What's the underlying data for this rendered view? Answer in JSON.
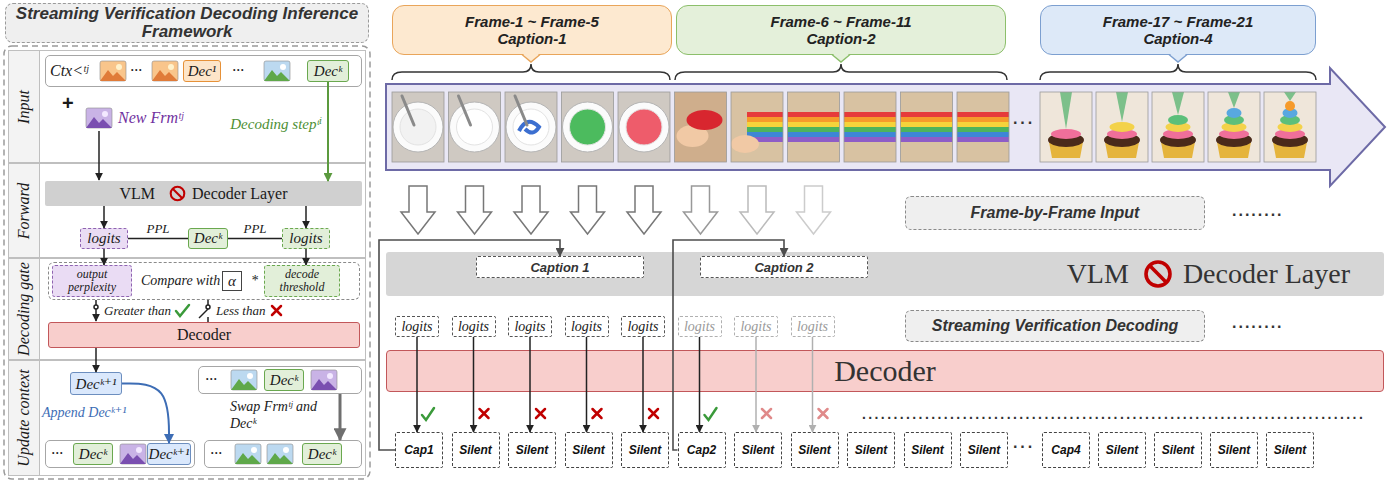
{
  "diagram": {
    "nodes": [
      {
        "text": [
          "Streaming Verification Decoding Inference Framework"
        ]
      },
      {
        "text": [
          "Input"
        ]
      },
      {
        "text": [
          "Ctx<ᵗʲ",
          "···",
          "···"
        ],
        "in": 1
      },
      {
        "text": [
          "Dec¹"
        ],
        "in": 2
      },
      {
        "text": [
          "Decᵏ"
        ],
        "in": 2
      },
      {
        "text": [
          "Forward"
        ]
      },
      {
        "text": [
          "VLM",
          "Decoder Layer"
        ],
        "in": 5
      },
      {
        "text": [
          "logits"
        ],
        "in": 5
      },
      {
        "text": [
          "Decᵏ"
        ],
        "in": 5
      },
      {
        "text": [
          "logits"
        ],
        "in": 5
      },
      {
        "text": [
          "Decoding gate"
        ]
      },
      {
        "text": [
          "Compare with",
          "*"
        ],
        "in": 10
      },
      {
        "text": [
          "output perplexity"
        ],
        "in": 11
      },
      {
        "text": [
          "α"
        ],
        "in": 11
      },
      {
        "text": [
          "decode threshold"
        ],
        "in": 11
      },
      {
        "text": [
          "Decoder"
        ],
        "in": 10
      },
      {
        "text": [
          "Update context"
        ]
      },
      {
        "text": [
          "Decᵏ⁺¹"
        ],
        "in": 16
      },
      {
        "text": [
          "···"
        ],
        "in": 16
      },
      {
        "text": [
          "Decᵏ"
        ],
        "in": 18
      },
      {
        "text": [
          "···"
        ],
        "in": 16
      },
      {
        "text": [
          "Decᵏ"
        ],
        "in": 20
      },
      {
        "text": [
          "Decᵏ⁺¹"
        ],
        "in": 20
      },
      {
        "text": [
          "···"
        ],
        "in": 16
      },
      {
        "text": [
          "Decᵏ"
        ],
        "in": 23
      },
      {
        "text": [
          "Frame-1 ~ Frame-5",
          "Caption-1"
        ]
      },
      {
        "text": [
          "Frame-6 ~ Frame-11",
          "Caption-2"
        ]
      },
      {
        "text": [
          "Frame-17 ~ Frame-21",
          "Caption-4"
        ]
      },
      {
        "text": [
          "Frame-by-Frame Input"
        ]
      },
      {
        "text": [
          "VLM",
          "Decoder Layer"
        ]
      },
      {
        "text": [
          "Caption 1"
        ],
        "in": 29
      },
      {
        "text": [
          "Caption 2"
        ],
        "in": 29
      },
      {
        "text": [
          "logits"
        ]
      },
      {
        "text": [
          "logits"
        ]
      },
      {
        "text": [
          "logits"
        ]
      },
      {
        "text": [
          "logits"
        ]
      },
      {
        "text": [
          "logits"
        ]
      },
      {
        "text": [
          "logits"
        ]
      },
      {
        "text": [
          "logits"
        ]
      },
      {
        "text": [
          "logits"
        ]
      },
      {
        "text": [
          "Streaming Verification Decoding"
        ]
      },
      {
        "text": [
          "Decoder"
        ]
      },
      {
        "text": [
          "Cap1"
        ]
      },
      {
        "text": [
          "Silent"
        ]
      },
      {
        "text": [
          "Silent"
        ]
      },
      {
        "text": [
          "Silent"
        ]
      },
      {
        "text": [
          "Silent"
        ]
      },
      {
        "text": [
          "Cap2"
        ]
      },
      {
        "text": [
          "Silent"
        ]
      },
      {
        "text": [
          "Silent"
        ]
      },
      {
        "text": [
          "Silent"
        ]
      },
      {
        "text": [
          "Silent"
        ]
      },
      {
        "text": [
          "Silent"
        ]
      },
      {
        "text": [
          "Cap4"
        ]
      },
      {
        "text": [
          "Silent"
        ]
      },
      {
        "text": [
          "Silent"
        ]
      },
      {
        "text": [
          "Silent"
        ]
      },
      {
        "text": [
          "Silent"
        ]
      }
    ],
    "edges": [
      {
        "from": 4,
        "to": 6,
        "arrow": "to",
        "label": "Decoding stepᵗⁱ"
      },
      {
        "from": 6,
        "to": 7,
        "arrow": "to"
      },
      {
        "from": 6,
        "to": 9,
        "arrow": "to"
      },
      {
        "from": 7,
        "to": 8,
        "arrow": "none",
        "label": "PPL"
      },
      {
        "from": 8,
        "to": 9,
        "arrow": "none",
        "label": "PPL"
      },
      {
        "from": 7,
        "to": 12,
        "arrow": "to"
      },
      {
        "from": 9,
        "to": 14,
        "arrow": "to"
      },
      {
        "from": 15,
        "to": 17,
        "arrow": "to"
      },
      {
        "from": 17,
        "to": 22,
        "arrow": "to",
        "label": "Append Decᵏ⁺¹"
      },
      {
        "from": 18,
        "to": 23,
        "arrow": "to"
      },
      {
        "from": 32,
        "to": 42,
        "arrow": "to"
      },
      {
        "from": 33,
        "to": 43,
        "arrow": "to"
      },
      {
        "from": 34,
        "to": 44,
        "arrow": "to"
      },
      {
        "from": 35,
        "to": 45,
        "arrow": "to"
      },
      {
        "from": 36,
        "to": 46,
        "arrow": "to"
      },
      {
        "from": 37,
        "to": 47,
        "arrow": "to"
      },
      {
        "from": 38,
        "to": 48,
        "arrow": "to"
      },
      {
        "from": 39,
        "to": 49,
        "arrow": "to"
      },
      {
        "from": 42,
        "to": 30,
        "arrow": "to"
      },
      {
        "from": 47,
        "to": 31,
        "arrow": "to"
      }
    ],
    "labels": [
      "+",
      "New Frmᵗʲ",
      "Greater than",
      "Less than",
      "Swap Frmᵗʲ and Decᵏ",
      "···",
      "........",
      "........",
      "................................................................................",
      "···"
    ]
  }
}
